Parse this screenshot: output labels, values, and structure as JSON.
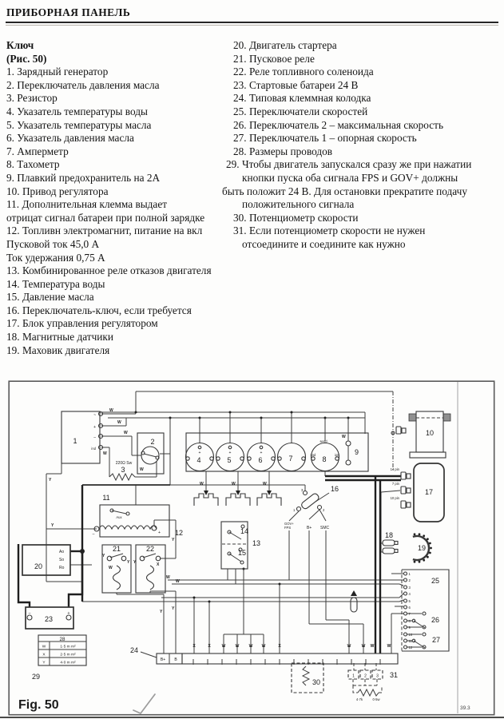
{
  "page": {
    "title": "ПРИБОРНАЯ ПАНЕЛЬ"
  },
  "key": {
    "heading": "Ключ",
    "subheading": "(Рис. 50)",
    "left": [
      "1. Зарядный генератор",
      "2. Переключатель давления масла",
      "3. Резистор",
      "4. Указатель температуры воды",
      "5. Указатель температуры масла",
      "6. Указатель давления масла",
      "7. Амперметр",
      "8. Тахометр",
      "9. Плавкий предохранитель на 2А",
      "10. Привод регулятора",
      "11. Дополнительная клемма выдает",
      "отрицат сигнал батареи при полной зарядке",
      "12. Топливн электромагнит, питание на вкл",
      "Пусковой ток 45,0 А",
      "Ток удержания 0,75 А",
      "13. Комбинированное реле отказов двигателя",
      "14. Температура воды",
      "15. Давление масла",
      "16. Переключатель-ключ, если требуется",
      "17. Блок управления регулятором",
      "18. Магнитные датчики",
      "19. Маховик двигателя"
    ],
    "right": [
      "20. Двигатель стартера",
      "21. Пусковое реле",
      "22. Реле топливного соленоида",
      "23. Стартовые батареи 24 В",
      "24. Типовая клеммная колодка",
      "25. Переключатели скоростей",
      "26. Переключатель 2 – максимальная скорость",
      "27. Переключатель 1 – опорная скорость",
      "28. Размеры проводов",
      "29. Чтобы двигатель запускался сразу же при нажатии",
      "кнопки пуска оба сигнала FPS и GOV+ должны",
      "быть положит 24 В. Для остановки прекратите подачу",
      "положительного сигнала",
      "30. Потенциометр скорости",
      "31. Если потенциометр скорости не нужен",
      "отсоедините и соедините как нужно"
    ]
  },
  "figure": {
    "caption": "Fig. 50",
    "page_number": "39.3",
    "nums": {
      "1": "1",
      "2": "2",
      "3": "3",
      "4": "4",
      "5": "5",
      "6": "6",
      "7": "7",
      "8": "8",
      "9": "9",
      "10": "10",
      "11": "11",
      "12": "12",
      "13": "13",
      "14": "14",
      "15": "15",
      "16": "16",
      "17": "17",
      "18": "18",
      "19": "19",
      "20": "20",
      "21": "21",
      "22": "22",
      "23": "23",
      "24": "24",
      "25": "25",
      "26": "26",
      "27": "27",
      "28": "28",
      "29": "29",
      "30": "30",
      "31": "31"
    },
    "box1": {
      "t1": "~",
      "t2": "+",
      "t3": "–",
      "t4": "ind"
    },
    "resistor3_label": "220Ω Sw",
    "gauge_plus": "+",
    "gauge8": {
      "send": "send",
      "snd": "snd",
      "ign": "ign"
    },
    "solenoid": {
      "minus": "–",
      "plus": "+",
      "aux": "Aux"
    },
    "keyswitch": {
      "p3": "3",
      "p1": "1",
      "p2": "2",
      "gov": "GOV+",
      "fps": "FPS",
      "bplus": "B+",
      "smc": "SMC"
    },
    "unit17": {
      "pin14": "14 pin",
      "pin7": "7 pin",
      "pin10": "10 pin"
    },
    "box20": {
      "ao": "Ao",
      "so": "So",
      "ro": "Ro"
    },
    "battery": {
      "minus": "–",
      "plus": "+"
    },
    "block24": {
      "bplus": "B+",
      "b": "B"
    },
    "table28": {
      "rows": [
        [
          "W",
          "1·5 m m²"
        ],
        [
          "X",
          "2·5 m m²"
        ],
        [
          "Y",
          "4·0 m m²"
        ]
      ]
    },
    "pins25": [
      "1",
      "2",
      "3",
      "4",
      "5",
      "6",
      "7",
      "8",
      "9",
      "10",
      "11",
      "12"
    ],
    "res31": {
      "s1": "1",
      "s2": "2",
      "s3": "3",
      "val": "4·7k",
      "watt": "0·5w"
    },
    "wire": {
      "w": "W",
      "x": "X",
      "y": "Y"
    },
    "bus": [
      "X",
      "X",
      "W",
      "W",
      "W",
      "W",
      "X",
      "W",
      "W",
      "W",
      "W"
    ]
  }
}
